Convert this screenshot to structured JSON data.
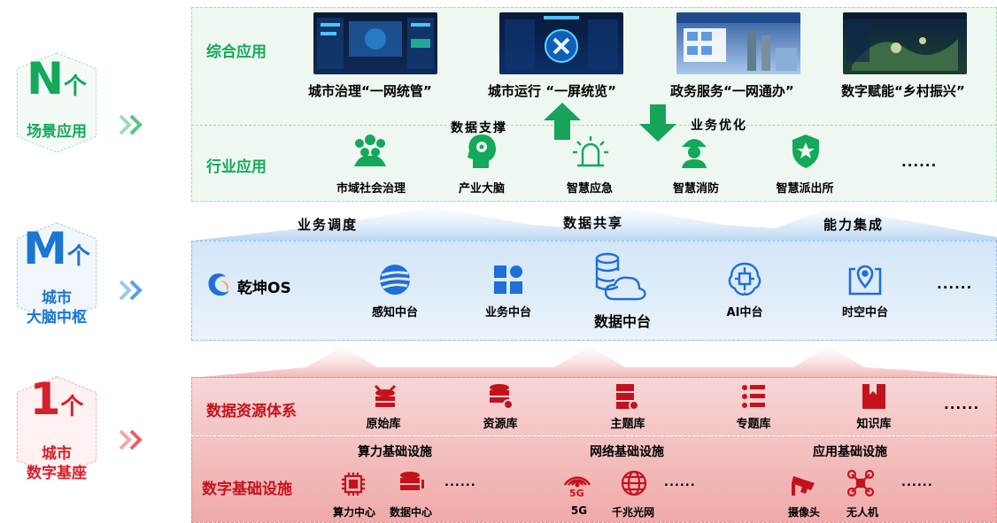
{
  "badges": {
    "n": {
      "big": "N",
      "small": "个",
      "label": "场景应用"
    },
    "m": {
      "big": "M",
      "small": "个",
      "label_1": "城市",
      "label_2": "大脑中枢"
    },
    "one": {
      "big": "1",
      "small": "个",
      "label_1": "城市",
      "label_2": "数字基座"
    }
  },
  "top": {
    "comprehensive_title": "综合应用",
    "apps": [
      "城市治理“一网统管”",
      "城市运行 “一屏统览”",
      "政务服务“一网通办”",
      "数字赋能“乡村振兴”"
    ],
    "support": "数据支撑",
    "optimize": "业务优化",
    "industry_title": "行业应用",
    "industry_items": [
      "市域社会治理",
      "产业大脑",
      "智慧应急",
      "智慧消防",
      "智慧派出所"
    ],
    "more": "......"
  },
  "arrows_top": [
    "业务调度",
    "数据共享",
    "能力集成"
  ],
  "middle": {
    "os_name": "乾坤OS",
    "items": [
      "感知中台",
      "业务中台",
      "数据中台",
      "AI中台",
      "时空中台"
    ],
    "more": "......"
  },
  "bottom": {
    "resource_title": "数据资源体系",
    "resources": [
      "原始库",
      "资源库",
      "主题库",
      "专题库",
      "知识库"
    ],
    "more": "......",
    "infra_title": "数字基础设施",
    "groups": [
      {
        "title": "算力基础设施",
        "items": [
          "算力中心",
          "数据中心"
        ]
      },
      {
        "title": "网络基础设施",
        "items": [
          "5G",
          "千兆光网"
        ],
        "icon_text": "5G"
      },
      {
        "title": "应用基础设施",
        "items": [
          "摄像头",
          "无人机"
        ]
      }
    ]
  },
  "colors": {
    "green": "#13a85a",
    "blue": "#1976d2",
    "red": "#d81e2a",
    "green_bg": "#eef8f0",
    "blue_bg": "#dcebf8",
    "red_bg": "#f4c4c4"
  },
  "icons": [
    "people-group-icon",
    "brain-head-icon",
    "alarm-siren-icon",
    "firefighter-icon",
    "police-shield-icon",
    "globe-stripes-icon",
    "grid-blocks-icon",
    "database-cloud-icon",
    "ai-brain-chip-icon",
    "map-pin-icon",
    "database-stack-icon",
    "server-icon",
    "list-icon",
    "book-icon",
    "chip-icon",
    "signal-5g-icon",
    "globe-network-icon",
    "cctv-camera-icon",
    "drone-icon"
  ]
}
